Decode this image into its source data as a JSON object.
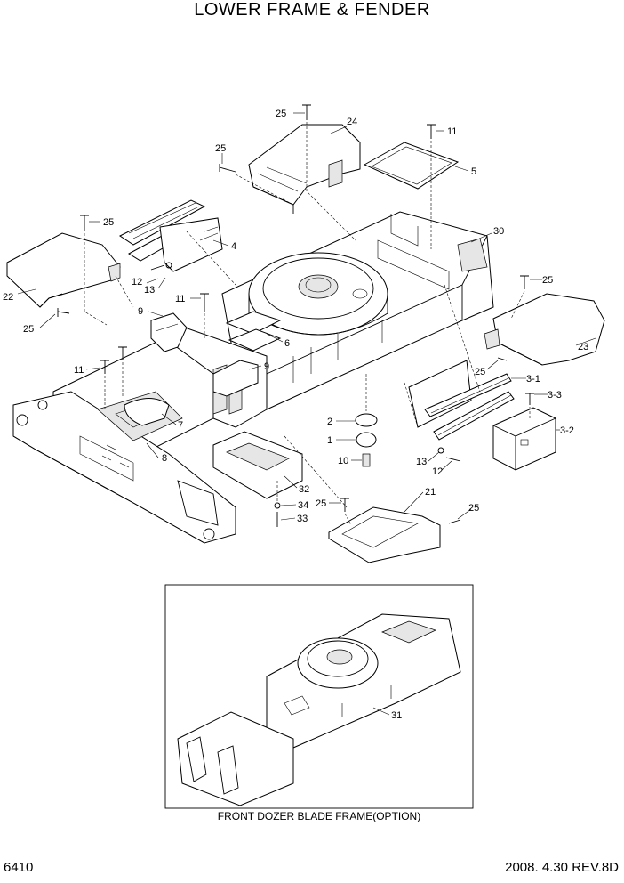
{
  "title": "LOWER FRAME & FENDER",
  "page_number": "6410",
  "revision": "2008. 4.30  REV.8D",
  "inset_caption": "FRONT DOZER BLADE FRAME(OPTION)",
  "callouts": {
    "c25a": "25",
    "c24": "24",
    "c11a": "11",
    "c25b": "25",
    "c5": "5",
    "c25c": "25",
    "c30": "30",
    "c4": "4",
    "c22": "22",
    "c12a": "12",
    "c13a": "13",
    "c11b": "11",
    "c9a": "9",
    "c6": "6",
    "c25d": "25",
    "c25e": "25",
    "c23": "23",
    "c11c": "11",
    "c9b": "9",
    "c25f": "25",
    "c3_1": "3-1",
    "c3_3": "3-3",
    "c7": "7",
    "c2": "2",
    "c1": "1",
    "c10": "10",
    "c8": "8",
    "c3_2": "3-2",
    "c13b": "13",
    "c12b": "12",
    "c32": "32",
    "c21": "21",
    "c25g": "25",
    "c34": "34",
    "c25h": "25",
    "c33": "33",
    "c31": "31"
  }
}
